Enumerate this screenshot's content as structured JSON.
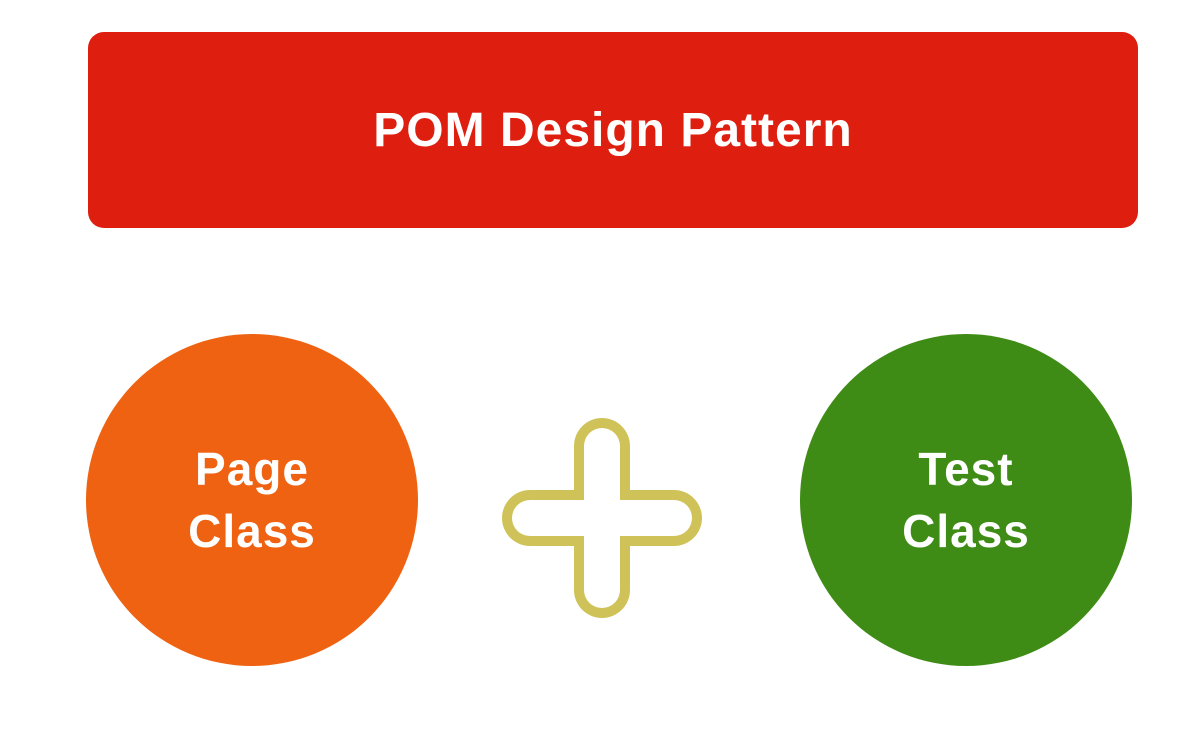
{
  "diagram": {
    "banner": {
      "title": "POM Design Pattern"
    },
    "left_circle": {
      "line1": "Page",
      "line2": "Class"
    },
    "right_circle": {
      "line1": "Test",
      "line2": "Class"
    },
    "plus_icon": "plus-icon",
    "colors": {
      "banner_background": "#de1f10",
      "left_circle_background": "#ee6211",
      "right_circle_background": "#3e8c15",
      "plus_outline": "#cfc258",
      "plus_fill": "#ffffff",
      "text": "#ffffff",
      "page_background": "#ffffff"
    }
  }
}
